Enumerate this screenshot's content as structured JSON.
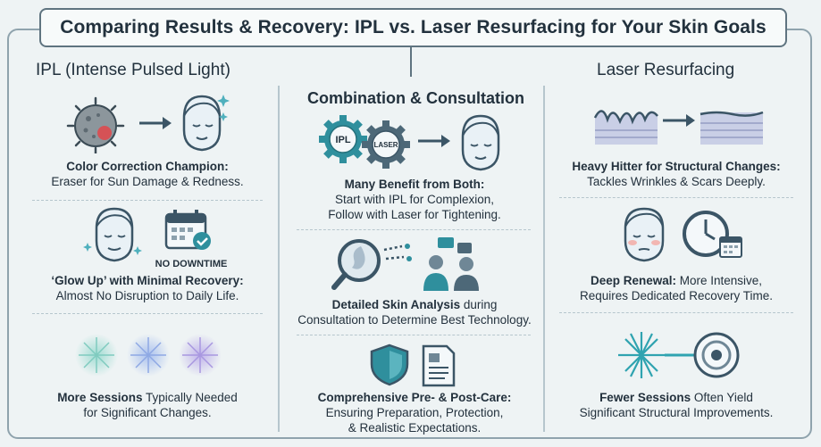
{
  "title": "Comparing Results & Recovery: IPL vs. Laser Resurfacing for Your Skin Goals",
  "columns": {
    "ipl": {
      "heading": "IPL (Intense Pulsed Light)",
      "items": [
        {
          "bold": "Color Correction Champion:",
          "text": "Eraser for Sun Damage & Redness."
        },
        {
          "bold": "‘Glow Up’ with Minimal Recovery:",
          "text": "Almost No Disruption to Daily Life.",
          "badge": "NO DOWNTIME"
        },
        {
          "bold": "More Sessions",
          "rest": " Typically Needed",
          "text": "for Significant Changes."
        }
      ]
    },
    "middle": {
      "heading": "Combination & Consultation",
      "gear1": "IPL",
      "gear2": "LASER",
      "items": [
        {
          "bold": "Many Benefit from Both:",
          "line2": "Start with IPL for Complexion,",
          "line3": "Follow with Laser for Tightening."
        },
        {
          "bold": "Detailed Skin Analysis",
          "rest": " during",
          "text": "Consultation to Determine Best Technology."
        },
        {
          "bold": "Comprehensive Pre- & Post-Care:",
          "line2": "Ensuring Preparation, Protection,",
          "line3": "& Realistic Expectations."
        }
      ]
    },
    "laser": {
      "heading": "Laser Resurfacing",
      "items": [
        {
          "bold": "Heavy Hitter for Structural Changes:",
          "text": "Tackles Wrinkles & Scars Deeply."
        },
        {
          "bold": "Deep Renewal:",
          "rest": " More Intensive,",
          "text": "Requires Dedicated Recovery Time."
        },
        {
          "bold": "Fewer Sessions",
          "rest": " Often Yield",
          "text": "Significant Structural Improvements."
        }
      ]
    }
  },
  "colors": {
    "accent": "#2f8f9d",
    "face_fill": "#e9f1f6",
    "line": "#3b5566",
    "red": "#e2464a"
  }
}
